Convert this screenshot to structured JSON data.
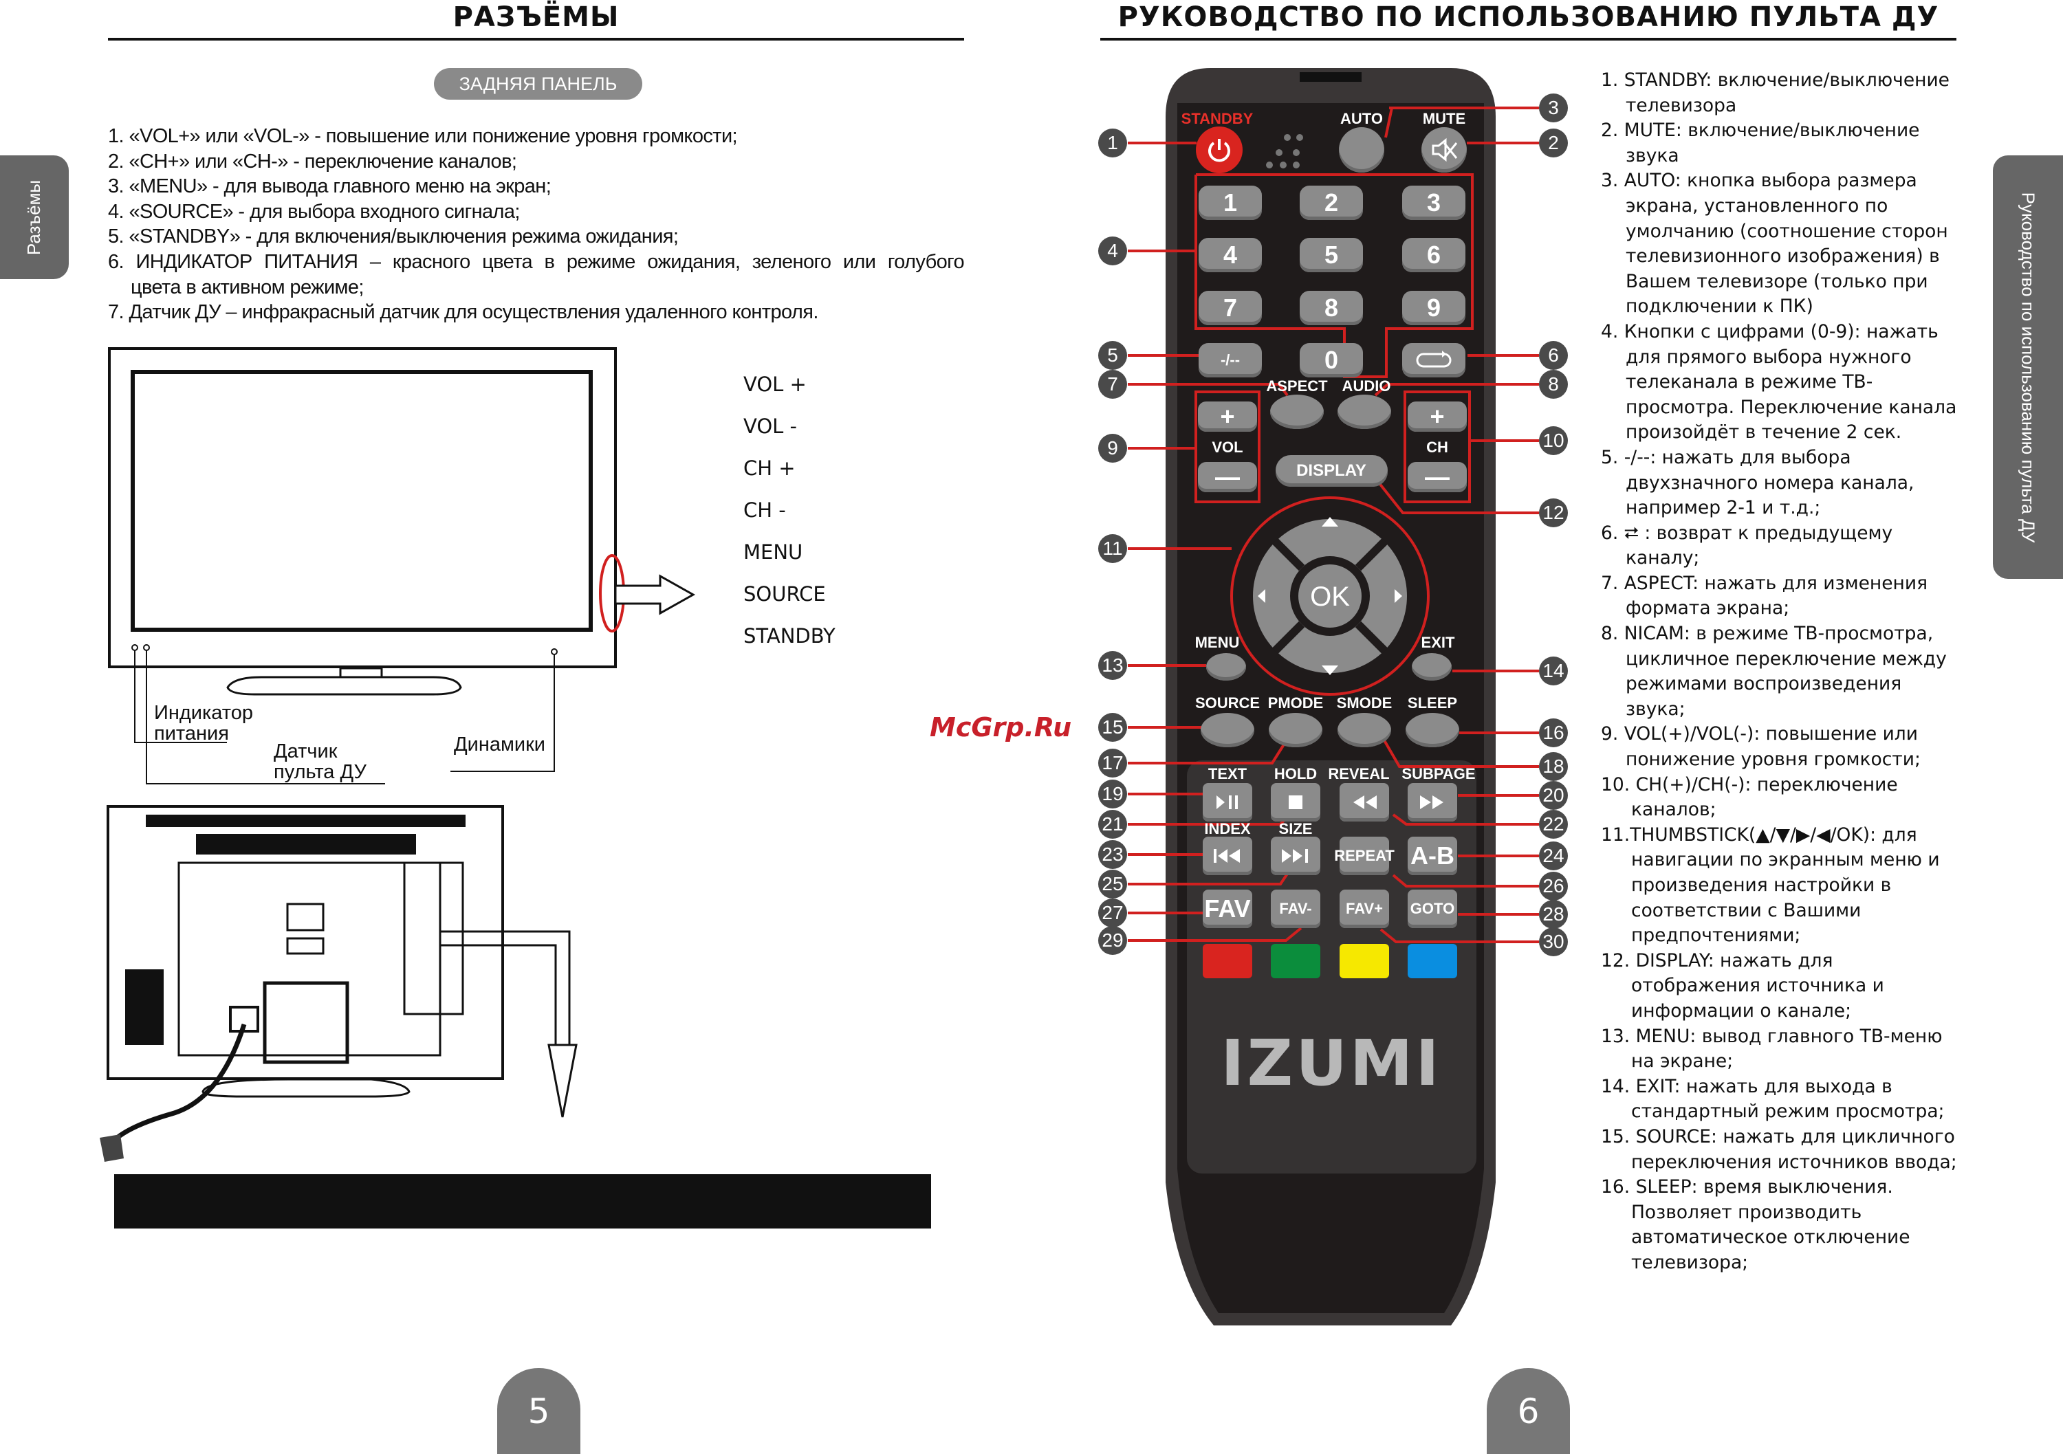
{
  "left_page": {
    "title": "РАЗЪЁМЫ",
    "side_tab": "Разъёмы",
    "panel_label": "ЗАДНЯЯ ПАНЕЛЬ",
    "list": [
      "1. «VOL+» или «VOL-» - повышение или понижение уровня громкости;",
      "2. «CH+» или «CH-» - переключение каналов;",
      "3. «MENU» - для вывода главного меню на экран;",
      "4. «SOURCE» - для выбора входного сигнала;",
      "5. «STANDBY» - для включения/выключения режима ожидания;",
      "6. ИНДИКАТОР ПИТАНИЯ – красного цвета в режиме ожидания, зеленого или голубого",
      "цвета в активном режиме;",
      "7. Датчик ДУ – инфракрасный датчик для осуществления удаленного контроля."
    ],
    "side_buttons": [
      "VOL +",
      "VOL -",
      "CH +",
      "CH -",
      "MENU",
      "SOURCE",
      "STANDBY"
    ],
    "tv_labels": {
      "indicator": [
        "Индикатор",
        "питания"
      ],
      "sensor": [
        "Датчик",
        "пульта ДУ"
      ],
      "speakers": "Динамики"
    },
    "page_number": "5"
  },
  "watermark": "McGrp.Ru",
  "right_page": {
    "title": "РУКОВОДСТВО ПО ИСПОЛЬЗОВАНИЮ ПУЛЬТА ДУ",
    "side_tab": "Руководство по использованию пульта ДУ",
    "page_number": "6",
    "list": [
      [
        "1. STANDBY: включение/выключение",
        "телевизора"
      ],
      [
        "2. MUTE: включение/выключение",
        "звука"
      ],
      [
        "3. AUTO: кнопка выбора размера",
        "экрана, установленного по",
        "умолчанию (соотношение сторон",
        "телевизионного изображения) в",
        "Вашем телевизоре (только при",
        "подключении к ПК)"
      ],
      [
        "4. Кнопки с цифрами (0-9): нажать",
        "для прямого выбора нужного",
        "телеканала в режиме ТВ-",
        "просмотра. Переключение канала",
        "произойдёт в течение 2 сек."
      ],
      [
        "5. -/--: нажать для выбора",
        "двухзначного номера канала,",
        "например 2-1 и т.д.;"
      ],
      [
        "6. ⮂ : возврат к предыдущему",
        "каналу;"
      ],
      [
        "7. ASPECT: нажать для изменения",
        "формата экрана;"
      ],
      [
        "8. NICAM: в режиме ТВ-просмотра,",
        "цикличное переключение между",
        "режимами воспроизведения",
        "звука;"
      ],
      [
        "9. VOL(+)/VOL(-): повышение или",
        "понижение уровня громкости;"
      ],
      [
        "10. CH(+)/CH(-): переключение",
        "каналов;"
      ],
      [
        "11.THUMBSTICK(▲/▼/▶/◀/OK): для",
        "навигации по экранным меню и",
        "произведения настройки в",
        "соответствии с Вашими",
        "предпочтениями;"
      ],
      [
        "12. DISPLAY: нажать для",
        "отображения источника и",
        "информации о канале;"
      ],
      [
        "13. MENU: вывод главного ТВ-меню",
        "на экране;"
      ],
      [
        "14. EXIT: нажать для выхода в",
        "стандартный режим просмотра;"
      ],
      [
        "15. SOURCE: нажать для цикличного",
        "переключения источников ввода;"
      ],
      [
        "16. SLEEP: время выключения.",
        "Позволяет производить",
        "автоматическое отключение",
        "телевизора;"
      ]
    ]
  },
  "remote": {
    "brand": "IZUMI",
    "captions": [
      "STANDBY",
      "AUTO",
      "MUTE",
      "ASPECT",
      "AUDIO",
      "VOL",
      "CH",
      "MENU",
      "EXIT",
      "SOURCE",
      "PMODE",
      "SMODE",
      "SLEEP",
      "TEXT",
      "HOLD",
      "REVEAL",
      "SUBPAGE",
      "INDEX",
      "SIZE"
    ],
    "keys": [
      {
        "name": "standby",
        "icon": "power-icon"
      },
      {
        "name": "auto",
        "label": ""
      },
      {
        "name": "mute",
        "icon": "mute-icon"
      },
      {
        "name": "digit-1",
        "label": "1"
      },
      {
        "name": "digit-2",
        "label": "2"
      },
      {
        "name": "digit-3",
        "label": "3"
      },
      {
        "name": "digit-4",
        "label": "4"
      },
      {
        "name": "digit-5",
        "label": "5"
      },
      {
        "name": "digit-6",
        "label": "6"
      },
      {
        "name": "digit-7",
        "label": "7"
      },
      {
        "name": "digit-8",
        "label": "8"
      },
      {
        "name": "digit-9",
        "label": "9"
      },
      {
        "name": "dash",
        "label": "-/--"
      },
      {
        "name": "digit-0",
        "label": "0"
      },
      {
        "name": "recall",
        "icon": "return-icon"
      },
      {
        "name": "aspect",
        "label": ""
      },
      {
        "name": "audio",
        "label": ""
      },
      {
        "name": "vol-plus",
        "label": "+"
      },
      {
        "name": "vol-minus",
        "label": "—"
      },
      {
        "name": "ch-plus",
        "label": "+"
      },
      {
        "name": "ch-minus",
        "label": "—"
      },
      {
        "name": "display",
        "label": "DISPLAY"
      },
      {
        "name": "menu",
        "label": ""
      },
      {
        "name": "exit",
        "label": ""
      },
      {
        "name": "source",
        "label": ""
      },
      {
        "name": "pmode",
        "label": ""
      },
      {
        "name": "smode",
        "label": ""
      },
      {
        "name": "sleep",
        "label": ""
      },
      {
        "name": "text",
        "icon": "play-pause-icon"
      },
      {
        "name": "hold",
        "icon": "stop-icon"
      },
      {
        "name": "reveal",
        "icon": "rewind-icon"
      },
      {
        "name": "subpage",
        "icon": "fast-forward-icon"
      },
      {
        "name": "index",
        "icon": "previous-icon"
      },
      {
        "name": "size",
        "icon": "next-icon"
      },
      {
        "name": "repeat",
        "label": "REPEAT"
      },
      {
        "name": "a-b",
        "label": "A-B"
      },
      {
        "name": "fav",
        "label": "FAV"
      },
      {
        "name": "fav-minus",
        "label": "FAV-"
      },
      {
        "name": "fav-plus",
        "label": "FAV+"
      },
      {
        "name": "goto",
        "label": "GOTO"
      },
      {
        "name": "red",
        "label": "",
        "color": "#d9241f"
      },
      {
        "name": "green",
        "label": "",
        "color": "#0b8d3c"
      },
      {
        "name": "yellow",
        "label": "",
        "color": "#f6e800"
      },
      {
        "name": "blue",
        "label": "",
        "color": "#0a8ee0"
      }
    ],
    "ok_label": "OK",
    "callouts_left": [
      "1",
      "4",
      "5",
      "7",
      "9",
      "11",
      "13",
      "15",
      "17",
      "19",
      "21",
      "23",
      "25",
      "27",
      "29"
    ],
    "callouts_right": [
      "3",
      "2",
      "6",
      "8",
      "10",
      "12",
      "14",
      "16",
      "18",
      "20",
      "22",
      "24",
      "26",
      "28",
      "30"
    ]
  },
  "colors": {
    "callout_line": "#d1201f",
    "standby": "#d9241f",
    "remote_body": "#2a2626",
    "button": "#8b8b8b",
    "tab": "#666666"
  }
}
